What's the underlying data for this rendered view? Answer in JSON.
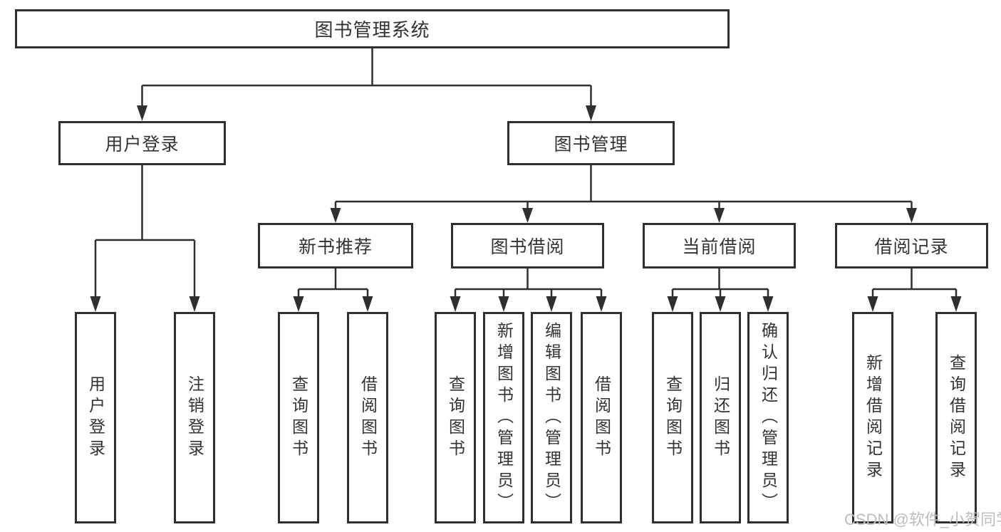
{
  "diagram": {
    "root": {
      "label": "图书管理系统"
    },
    "level2": [
      {
        "label": "用户登录"
      },
      {
        "label": "图书管理"
      }
    ],
    "level3": [
      {
        "label": "新书推荐"
      },
      {
        "label": "图书借阅"
      },
      {
        "label": "当前借阅"
      },
      {
        "label": "借阅记录"
      }
    ],
    "leaves": [
      {
        "label": "用户登录"
      },
      {
        "label": "注销登录"
      },
      {
        "label": "查询图书"
      },
      {
        "label": "借阅图书"
      },
      {
        "label": "查询图书"
      },
      {
        "label": "新增图书（管理员）"
      },
      {
        "label": "编辑图书（管理员）"
      },
      {
        "label": "借阅图书"
      },
      {
        "label": "查询图书"
      },
      {
        "label": "归还图书"
      },
      {
        "label": "确认归还（管理员）"
      },
      {
        "label": "新增借阅记录"
      },
      {
        "label": "查询借阅记录"
      }
    ],
    "watermark": "CSDN @软件_小贺同学",
    "colors": {
      "line": "#2f2f2f",
      "text": "#333333",
      "watermark": "#bdbdbd",
      "background": "#ffffff"
    }
  }
}
